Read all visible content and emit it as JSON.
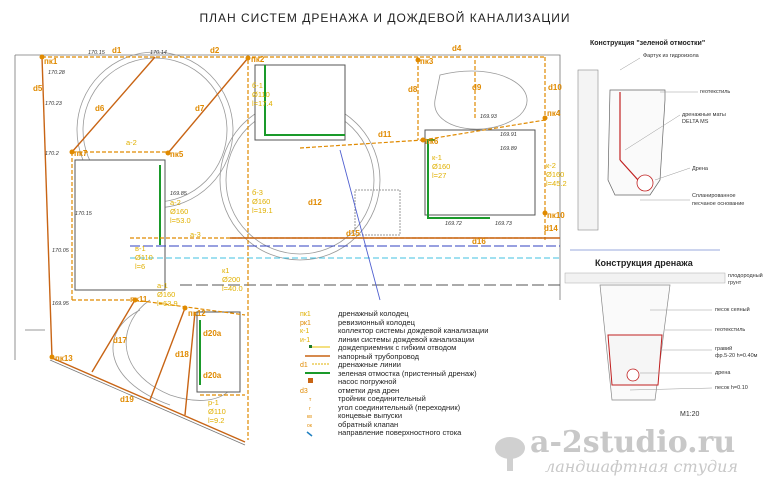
{
  "title": "ПЛАН СИСТЕМ ДРЕНАЖА И ДОЖДЕВОЙ КАНАЛИЗАЦИИ",
  "plan": {
    "wells": [
      "пк1",
      "пк2",
      "пк3",
      "пк4",
      "пк5",
      "пк6",
      "пк7",
      "пк10",
      "пк11",
      "пк12",
      "пк13"
    ],
    "drains": [
      "d1",
      "d2",
      "d4",
      "d5",
      "d6",
      "d7",
      "d8",
      "d9",
      "d10",
      "d11",
      "d12",
      "d14",
      "d15",
      "d16",
      "d17",
      "d18",
      "d19",
      "d20a",
      "d20a"
    ],
    "pipes": [
      {
        "name": "к-1",
        "d": "Ø160",
        "l": "l=27"
      },
      {
        "name": "к-2",
        "d": "Ø160",
        "l": "l=45.2"
      },
      {
        "name": "а-2",
        "d": "Ø160",
        "l": "l=53.0"
      },
      {
        "name": "б-3",
        "d": "Ø160",
        "l": "l=19.1"
      },
      {
        "name": "б-1",
        "d": "Ø110",
        "l": "l=17.4"
      },
      {
        "name": "в-1",
        "d": "Ø110",
        "l": "l=6"
      },
      {
        "name": "к1",
        "d": "Ø200",
        "l": "l=40.0"
      },
      {
        "name": "а-1",
        "d": "Ø160",
        "l": "l=63.9"
      },
      {
        "name": "р-1",
        "d": "Ø110",
        "l": "l=9.2"
      }
    ],
    "extra_labels": [
      "а-2",
      "а-3"
    ],
    "elevations": [
      "170.15",
      "170.14",
      "170.28",
      "170.23",
      "170.2",
      "170.15",
      "169.85",
      "169.95",
      "170.05",
      "169.93",
      "169.91",
      "169.89",
      "169.72",
      "169.73"
    ]
  },
  "legend": {
    "items": [
      {
        "sym": "пк1",
        "label": "дренажный колодец"
      },
      {
        "sym": "рк1",
        "label": "ревизионный колодец"
      },
      {
        "sym": "к-1",
        "label": "коллектор системы дождевой канализации"
      },
      {
        "sym": "и-1",
        "label": "линии системы дождевой канализации"
      },
      {
        "sym": "",
        "label": "дождеприемник с гибким отводом"
      },
      {
        "sym": "",
        "label": "напорный трубопровод"
      },
      {
        "sym": "d1",
        "label": "дренажные линии"
      },
      {
        "sym": "",
        "label": "зеленая отмостка (пристенный дренаж)"
      },
      {
        "sym": "",
        "label": "насос погружной"
      },
      {
        "sym": "d3",
        "label": "отметки дна дрен"
      },
      {
        "sym": "т",
        "label": "тройник соединительный"
      },
      {
        "sym": "г",
        "label": "угол соединительный (переходник)"
      },
      {
        "sym": "кв",
        "label": "концевые выпуски"
      },
      {
        "sym": "ок",
        "label": "обратный клапан"
      },
      {
        "sym": "",
        "label": "направление поверхностного стока"
      }
    ]
  },
  "green_blind_area": {
    "title": "Конструкция \"зеленой отмостки\"",
    "labels": [
      "Фартук из гидроизола",
      "геотекстиль",
      "дренажные маты",
      "DELTA MS",
      "Дрена",
      "Спланированное",
      "песчаное основание"
    ]
  },
  "drainage": {
    "title": "Конструкция дренажа",
    "labels": [
      "плодородный",
      "грунт",
      "песок сеяный",
      "геотекстиль",
      "гравий",
      "фр.5-20 h=0.40м",
      "дрена",
      "песок h=0.10"
    ],
    "scale": "M1:20"
  },
  "watermark": {
    "brand": "a-2studio.ru",
    "tagline": "ландшафтная студия"
  },
  "colors": {
    "drain": "#e08a00",
    "pressure": "#c86414",
    "green": "#1a9a2a",
    "pipe": "#e8c000",
    "road": "#3040c0"
  }
}
